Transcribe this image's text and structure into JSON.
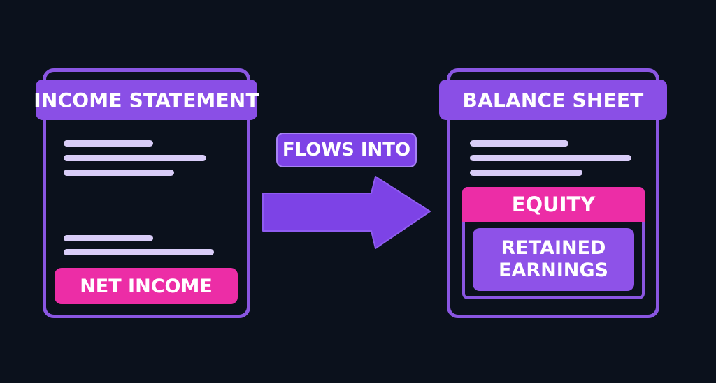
{
  "diagram": {
    "source": {
      "title": "INCOME STATEMENT",
      "highlight": "NET INCOME"
    },
    "connector": {
      "label": "FLOWS INTO"
    },
    "target": {
      "title": "BALANCE SHEET",
      "section": "EQUITY",
      "item_lines": [
        "RETAINED",
        "EARNINGS"
      ]
    }
  },
  "colors": {
    "background": "#0b111c",
    "purple": "#8a4fe6",
    "magenta": "#ec2da6",
    "line": "#d9cdf8"
  }
}
